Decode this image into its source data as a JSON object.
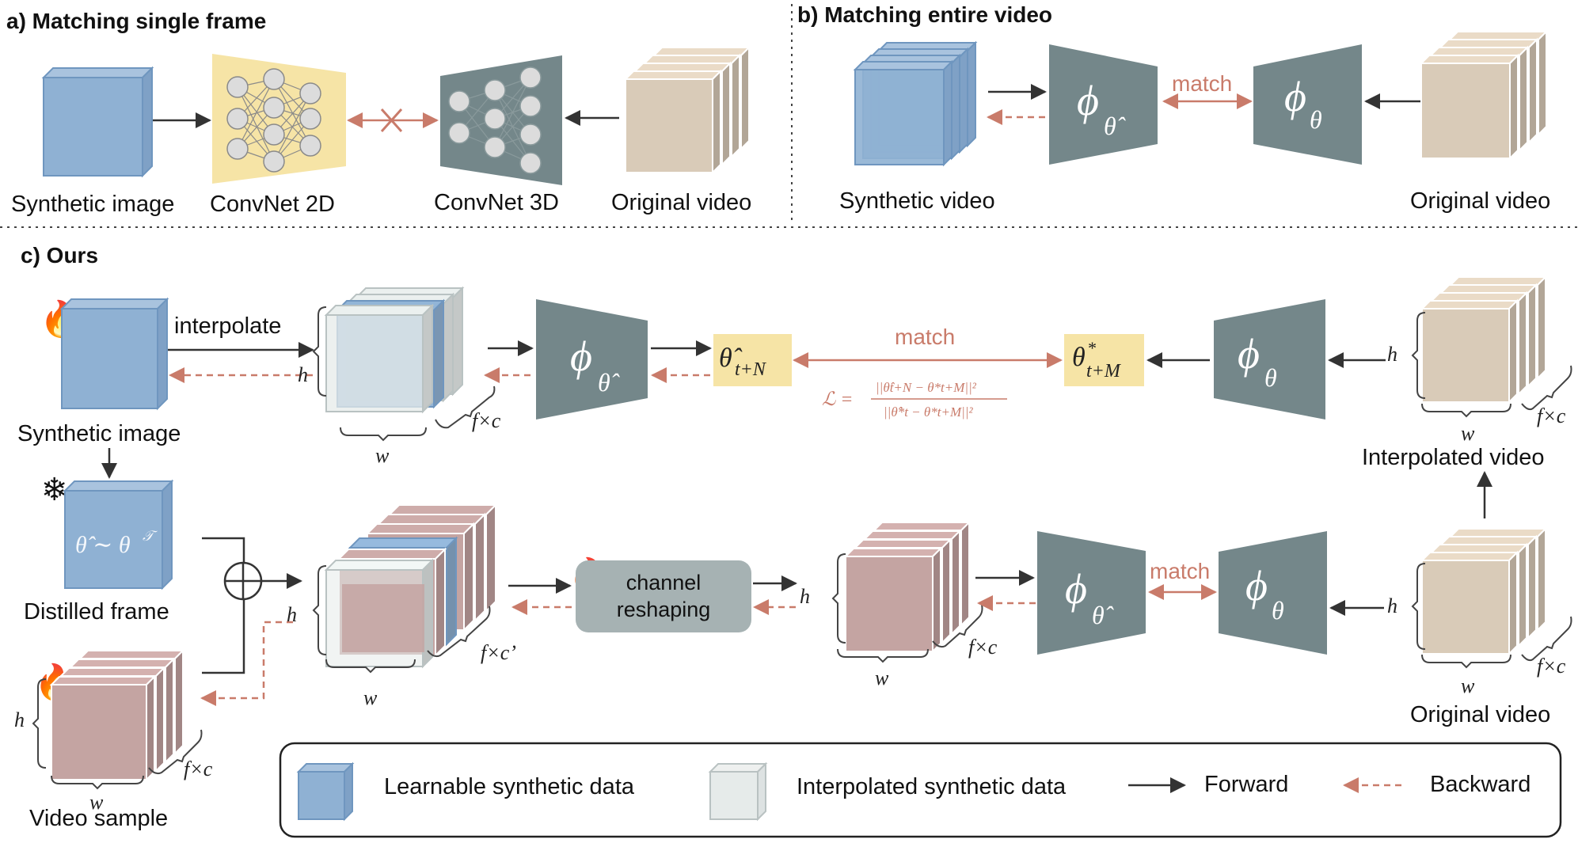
{
  "sections": {
    "a": "a) Matching single frame",
    "b": "b) Matching entire video",
    "c": "c) Ours"
  },
  "panel_a": {
    "synthetic_image": "Synthetic image",
    "convnet2d": "ConvNet 2D",
    "convnet3d": "ConvNet 3D",
    "original_video": "Original video"
  },
  "panel_b": {
    "synthetic_video": "Synthetic video",
    "original_video": "Original video",
    "match": "match",
    "phi_hat": "ϕ",
    "phi_hat_sub": "θ̂",
    "phi": "ϕ",
    "phi_sub": "θ"
  },
  "panel_c": {
    "interpolate": "interpolate",
    "synthetic_image": "Synthetic image",
    "distilled_frame": "Distilled frame",
    "distilled_formula": "θ̂ ∼ θ",
    "distilled_formula_sup": "𝒯",
    "video_sample": "Video sample",
    "interpolated_video": "Interpolated video",
    "original_video": "Original video",
    "channel_reshaping_1": "channel",
    "channel_reshaping_2": "reshaping",
    "match_top": "match",
    "match_bottom": "match",
    "theta_hat_main": "θ̂",
    "theta_hat_sub": "t+N",
    "theta_star_main": "θ",
    "theta_star_sup": "*",
    "theta_star_sub": "t+M",
    "loss": "ℒ = ||θ̂ₜ₊ₙ − θ*ₜ₊ₘ||²₂ / ||θ̂*ₜ − θ*ₜ₊ₘ||²₂",
    "loss_lhs": "ℒ =",
    "loss_num": "||θ̂t+N − θ*t+M||²",
    "loss_den": "||θ̂*t − θ*t+M||²",
    "dim_h": "h",
    "dim_w": "w",
    "dim_fc": "f×c",
    "dim_fc_prime": "f×c’",
    "fire": "🔥",
    "snow": "❄"
  },
  "legend": {
    "learnable": "Learnable synthetic data",
    "interpolated": "Interpolated synthetic data",
    "forward": "Forward",
    "backward": "Backward"
  },
  "colors": {
    "blue": "#8fb1d3",
    "blue_edge": "#6f96bf",
    "beige": "#d9cbb8",
    "pink": "#c4a4a2",
    "slate": "#74878a",
    "yellow": "#f6e4a6",
    "arrow_red": "#c97b6a",
    "arrow_dark": "#333333"
  }
}
